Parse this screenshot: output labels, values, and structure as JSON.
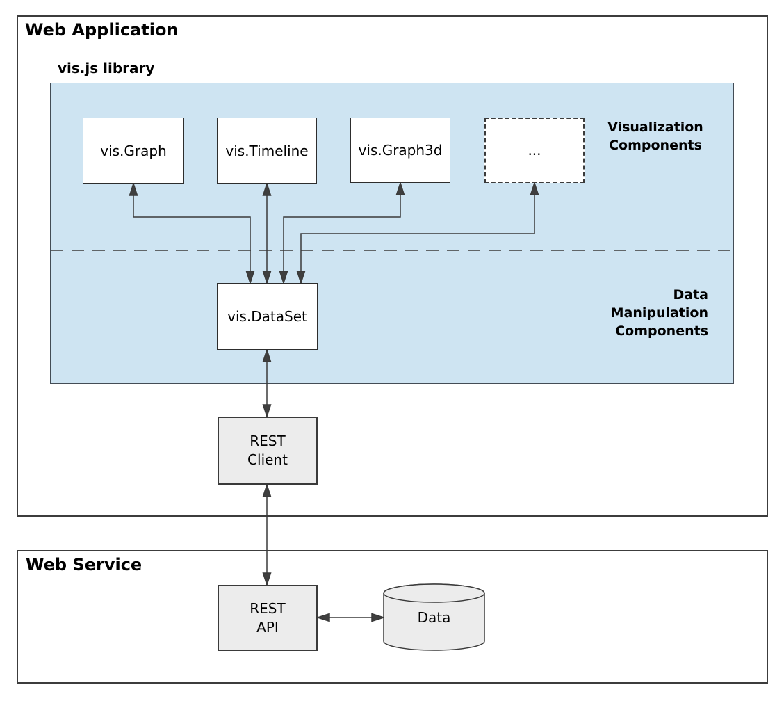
{
  "colors": {
    "library_panel_fill": "#cee4f2",
    "component_box_fill": "#ffffff",
    "service_box_fill": "#ececec",
    "line_color": "#3a3a3a",
    "text_color": "#000000"
  },
  "web_application": {
    "title": "Web Application",
    "library": {
      "title": "vis.js library",
      "visualization_components": [
        {
          "label": "vis.Graph"
        },
        {
          "label": "vis.Timeline"
        },
        {
          "label": "vis.Graph3d"
        },
        {
          "label": "..."
        }
      ],
      "visualization_label": [
        "Visualization",
        "Components"
      ],
      "dataset": {
        "label": "vis.DataSet"
      },
      "data_manipulation_label": [
        "Data",
        "Manipulation",
        "Components"
      ]
    },
    "rest_client": {
      "lines": [
        "REST",
        "Client"
      ]
    }
  },
  "web_service": {
    "title": "Web Service",
    "rest_api": {
      "lines": [
        "REST",
        "API"
      ]
    },
    "data_store": {
      "label": "Data"
    }
  }
}
